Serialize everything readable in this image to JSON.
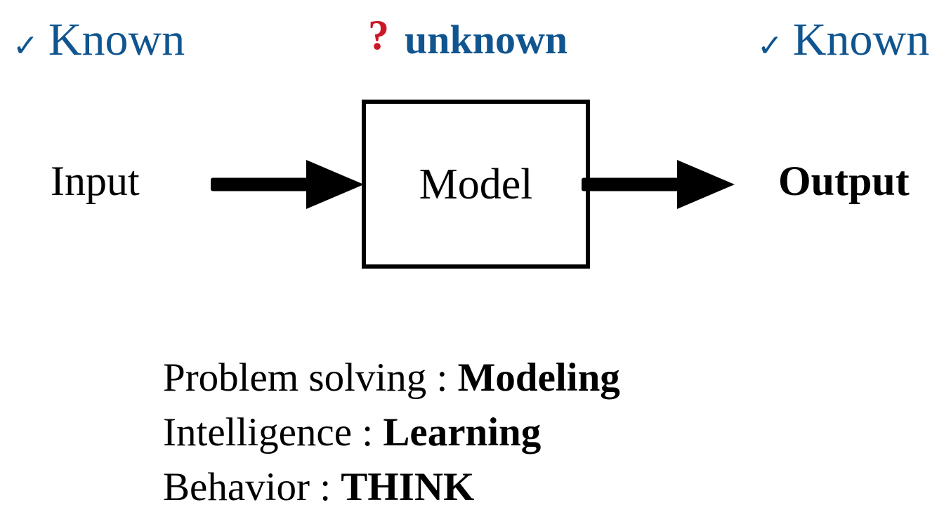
{
  "diagram": {
    "title": "Model block diagram: known input and output, unknown model",
    "colors": {
      "known_blue": "#10558F",
      "unknown_red": "#CC1726",
      "stroke_black": "#000000",
      "background": "#FFFFFF"
    },
    "status_labels": [
      {
        "icon": "check-icon",
        "icon_glyph": "✓",
        "text": "Known",
        "color": "#10558F",
        "bold": false
      },
      {
        "icon": "question-mark-icon",
        "icon_glyph": "?",
        "icon_color": "#CC1726",
        "text": "unknown",
        "color": "#10558F",
        "bold": true
      },
      {
        "icon": "check-icon",
        "icon_glyph": "✓",
        "text": "Known",
        "color": "#10558F",
        "bold": false
      }
    ],
    "flow": {
      "input_label": "Input",
      "model_label": "Model",
      "output_label": "Output",
      "arrow_in_name": "input-arrow",
      "arrow_out_name": "output-arrow"
    },
    "captions": [
      {
        "key": "Problem solving",
        "sep": " : ",
        "value": "Modeling"
      },
      {
        "key": "Intelligence",
        "sep": " : ",
        "value": "Learning"
      },
      {
        "key": "Behavior",
        "sep": " : ",
        "value": "THINK"
      }
    ]
  }
}
